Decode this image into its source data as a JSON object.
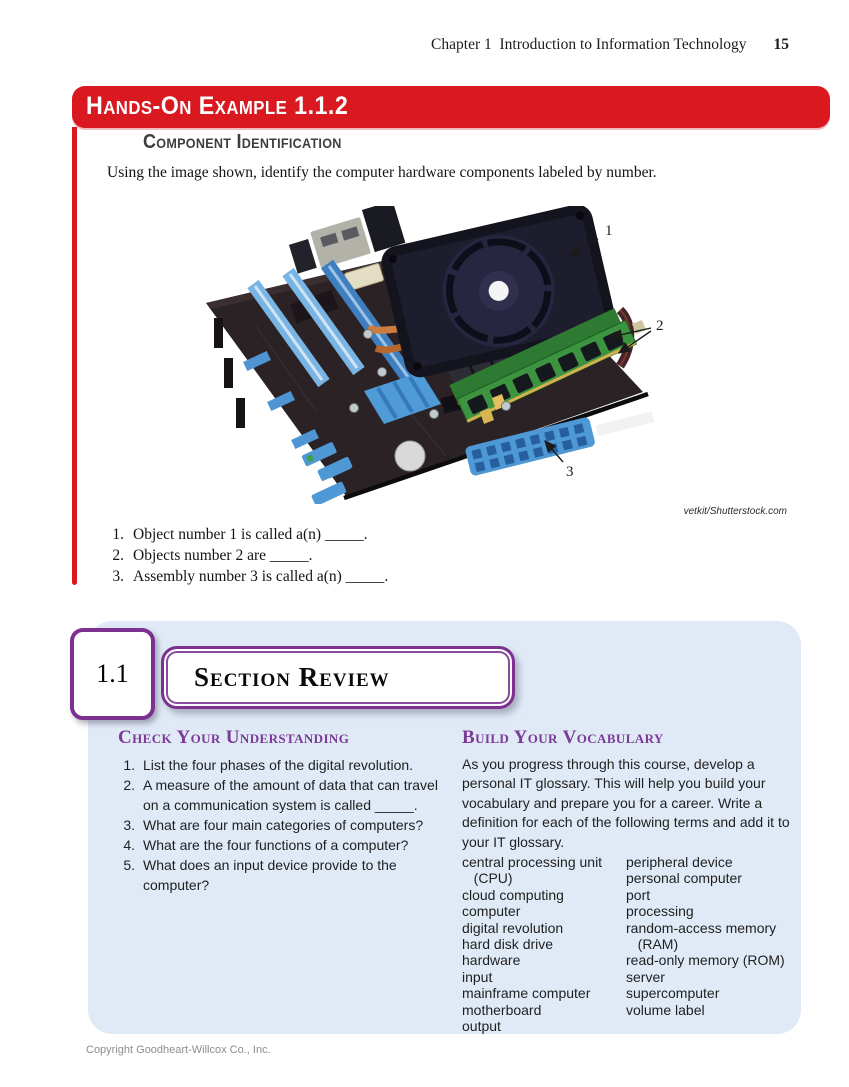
{
  "header": {
    "chapter_title": "Chapter 1  Introduction to Information Technology",
    "page_number": "15"
  },
  "hands_on_example": {
    "banner_title": "Hands-On Example 1.1.2",
    "subtitle": "Component Identification",
    "instruction": "Using the image shown, identify the computer hardware components labeled by number.",
    "figure": {
      "credit": "vetkit/Shutterstock.com",
      "callouts": [
        "1",
        "2",
        "3"
      ]
    },
    "questions": [
      {
        "number": "1.",
        "text": "Object number 1 is called a(n) _____."
      },
      {
        "number": "2.",
        "text": "Objects number 2 are _____."
      },
      {
        "number": "3.",
        "text": "Assembly number 3 is called a(n) _____."
      }
    ]
  },
  "section_review": {
    "section_number": "1.1",
    "title": "Section Review",
    "check_your_understanding": {
      "heading": "Check Your Understanding",
      "questions": [
        {
          "number": "1.",
          "text": "List the four phases of the digital revolution."
        },
        {
          "number": "2.",
          "text": "A measure of the amount of data that can travel\non a communication system is called _____."
        },
        {
          "number": "3.",
          "text": "What are four main categories of computers?"
        },
        {
          "number": "4.",
          "text": "What are the four functions of a computer?"
        },
        {
          "number": "5.",
          "text": "What does an input device provide to the computer?"
        }
      ]
    },
    "build_your_vocabulary": {
      "heading": "Build Your Vocabulary",
      "intro": "As you progress through this course, develop a\npersonal IT glossary. This will help you build your\nvocabulary and prepare you for a career. Write a\ndefinition for each of the following terms and add it to\nyour IT glossary.",
      "terms_column_1": [
        "central processing unit\n   (CPU)",
        "cloud computing",
        "computer",
        "digital revolution",
        "hard disk drive",
        "hardware",
        "input",
        "mainframe computer",
        "motherboard",
        "output"
      ],
      "terms_column_2": [
        "peripheral device",
        "personal computer",
        "port",
        "processing",
        "random-access memory\n   (RAM)",
        "read-only memory (ROM)",
        "server",
        "supercomputer",
        "volume label"
      ]
    }
  },
  "footer": {
    "copyright": "Copyright Goodheart-Willcox Co., Inc."
  },
  "colors": {
    "banner_red": "#d9181f",
    "accent_purple": "#7c3190",
    "heading_purple": "#7a3a96",
    "panel_blue": "#e0eaf7"
  }
}
